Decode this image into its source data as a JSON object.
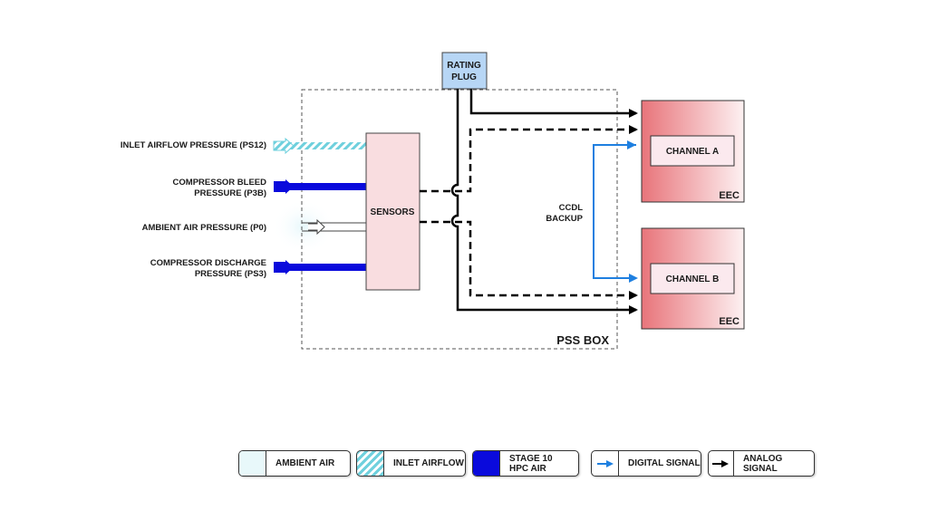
{
  "diagram": {
    "inputs": [
      {
        "line1": "INLET AIRFLOW PRESSURE (PS12)",
        "line2": "",
        "medium": "inlet-airflow"
      },
      {
        "line1": "COMPRESSOR BLEED",
        "line2": "PRESSURE (P3B)",
        "medium": "stage10-hpc-air"
      },
      {
        "line1": "AMBIENT AIR PRESSURE (P0)",
        "line2": "",
        "medium": "ambient-air"
      },
      {
        "line1": "COMPRESSOR DISCHARGE",
        "line2": "PRESSURE (PS3)",
        "medium": "stage10-hpc-air"
      }
    ],
    "sensors_label": "SENSORS",
    "rating_plug": {
      "line1": "RATING",
      "line2": "PLUG"
    },
    "pss_box_label": "PSS BOX",
    "ccdl": {
      "line1": "CCDL",
      "line2": "BACKUP"
    },
    "eec_top": {
      "channel": "CHANNEL A",
      "label": "EEC"
    },
    "eec_bottom": {
      "channel": "CHANNEL B",
      "label": "EEC"
    }
  },
  "legend": [
    {
      "label": "AMBIENT AIR",
      "type": "ambient-air"
    },
    {
      "label": "INLET AIRFLOW",
      "type": "inlet-airflow"
    },
    {
      "line1": "STAGE 10",
      "line2": "HPC AIR",
      "type": "stage10-hpc-air"
    },
    {
      "label": "DIGITAL SIGNAL",
      "type": "digital-signal"
    },
    {
      "label": "ANALOG SIGNAL",
      "type": "analog-signal"
    }
  ],
  "colors": {
    "stage10_hpc_air": "#0a0adc",
    "inlet_airflow": "#6fd0dd",
    "ambient_air": "#e8f8fa",
    "digital_signal": "#1e7fe0",
    "analog_signal": "#000000",
    "sensors_fill": "#f9dde0",
    "rating_plug_fill": "#b7d6f5",
    "eec_fill": "#e8747a"
  }
}
